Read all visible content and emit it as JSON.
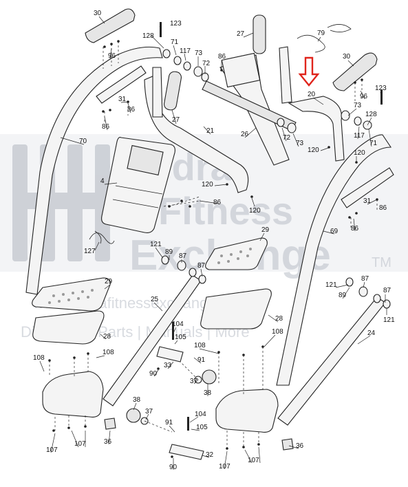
{
  "watermark": {
    "brand_line1": "Hydra",
    "brand_line2": "Fitness",
    "brand_line3": "Exchange",
    "trademark": "TM",
    "url": "www.hydrafitnessexchange.com",
    "tagline": "Diagrams | Parts | Manuals | More"
  },
  "callouts": [
    {
      "key": "c30a",
      "text": "30"
    },
    {
      "key": "c123a",
      "text": "123"
    },
    {
      "key": "c128a",
      "text": "128"
    },
    {
      "key": "c71a",
      "text": "71"
    },
    {
      "key": "c117a",
      "text": "117"
    },
    {
      "key": "c73a",
      "text": "73"
    },
    {
      "key": "c72a",
      "text": "72"
    },
    {
      "key": "c96a",
      "text": "96"
    },
    {
      "key": "c86a",
      "text": "86"
    },
    {
      "key": "c27a",
      "text": "27"
    },
    {
      "key": "c79",
      "text": "79"
    },
    {
      "key": "c20",
      "text": "20"
    },
    {
      "key": "c30b",
      "text": "30"
    },
    {
      "key": "c96b",
      "text": "96"
    },
    {
      "key": "c123b",
      "text": "123"
    },
    {
      "key": "c31a",
      "text": "31"
    },
    {
      "key": "c86b",
      "text": "86"
    },
    {
      "key": "c86c",
      "text": "86"
    },
    {
      "key": "c27b",
      "text": "27"
    },
    {
      "key": "c21",
      "text": "21"
    },
    {
      "key": "c26",
      "text": "26"
    },
    {
      "key": "c72b",
      "text": "72"
    },
    {
      "key": "c73b",
      "text": "73"
    },
    {
      "key": "c73c",
      "text": "73"
    },
    {
      "key": "c128b",
      "text": "128"
    },
    {
      "key": "c117b",
      "text": "117"
    },
    {
      "key": "c71b",
      "text": "71"
    },
    {
      "key": "c70",
      "text": "70"
    },
    {
      "key": "c120a",
      "text": "120"
    },
    {
      "key": "c120b",
      "text": "120"
    },
    {
      "key": "c4",
      "text": "4"
    },
    {
      "key": "c120c",
      "text": "120"
    },
    {
      "key": "c120d",
      "text": "120"
    },
    {
      "key": "c86d",
      "text": "86"
    },
    {
      "key": "c31b",
      "text": "31"
    },
    {
      "key": "c86e",
      "text": "86"
    },
    {
      "key": "c86f",
      "text": "86"
    },
    {
      "key": "c69",
      "text": "69"
    },
    {
      "key": "c127",
      "text": "127"
    },
    {
      "key": "c121a",
      "text": "121"
    },
    {
      "key": "c89a",
      "text": "89"
    },
    {
      "key": "c87a",
      "text": "87"
    },
    {
      "key": "c87b",
      "text": "87"
    },
    {
      "key": "c29a",
      "text": "29"
    },
    {
      "key": "c29b",
      "text": "29"
    },
    {
      "key": "c121b",
      "text": "121"
    },
    {
      "key": "c89b",
      "text": "89"
    },
    {
      "key": "c87c",
      "text": "87"
    },
    {
      "key": "c87d",
      "text": "87"
    },
    {
      "key": "c121c",
      "text": "121"
    },
    {
      "key": "c25",
      "text": "25"
    },
    {
      "key": "c28a",
      "text": "28"
    },
    {
      "key": "c28b",
      "text": "28"
    },
    {
      "key": "c104a",
      "text": "104"
    },
    {
      "key": "c105a",
      "text": "105"
    },
    {
      "key": "c108a",
      "text": "108"
    },
    {
      "key": "c108b",
      "text": "108"
    },
    {
      "key": "c108c",
      "text": "108"
    },
    {
      "key": "c108d",
      "text": "108"
    },
    {
      "key": "c24",
      "text": "24"
    },
    {
      "key": "c91a",
      "text": "91"
    },
    {
      "key": "c33",
      "text": "33"
    },
    {
      "key": "c90a",
      "text": "90"
    },
    {
      "key": "c37a",
      "text": "37"
    },
    {
      "key": "c38a",
      "text": "38"
    },
    {
      "key": "c38b",
      "text": "38"
    },
    {
      "key": "c37b",
      "text": "37"
    },
    {
      "key": "c104b",
      "text": "104"
    },
    {
      "key": "c91b",
      "text": "91"
    },
    {
      "key": "c105b",
      "text": "105"
    },
    {
      "key": "c36a",
      "text": "36"
    },
    {
      "key": "c36b",
      "text": "36"
    },
    {
      "key": "c32",
      "text": "32"
    },
    {
      "key": "c90b",
      "text": "90"
    },
    {
      "key": "c107a",
      "text": "107"
    },
    {
      "key": "c107b",
      "text": "107"
    },
    {
      "key": "c107c",
      "text": "107"
    },
    {
      "key": "c107d",
      "text": "107"
    }
  ],
  "colors": {
    "highlight_arrow": "#e0241b",
    "watermark": "#b9bec7"
  }
}
